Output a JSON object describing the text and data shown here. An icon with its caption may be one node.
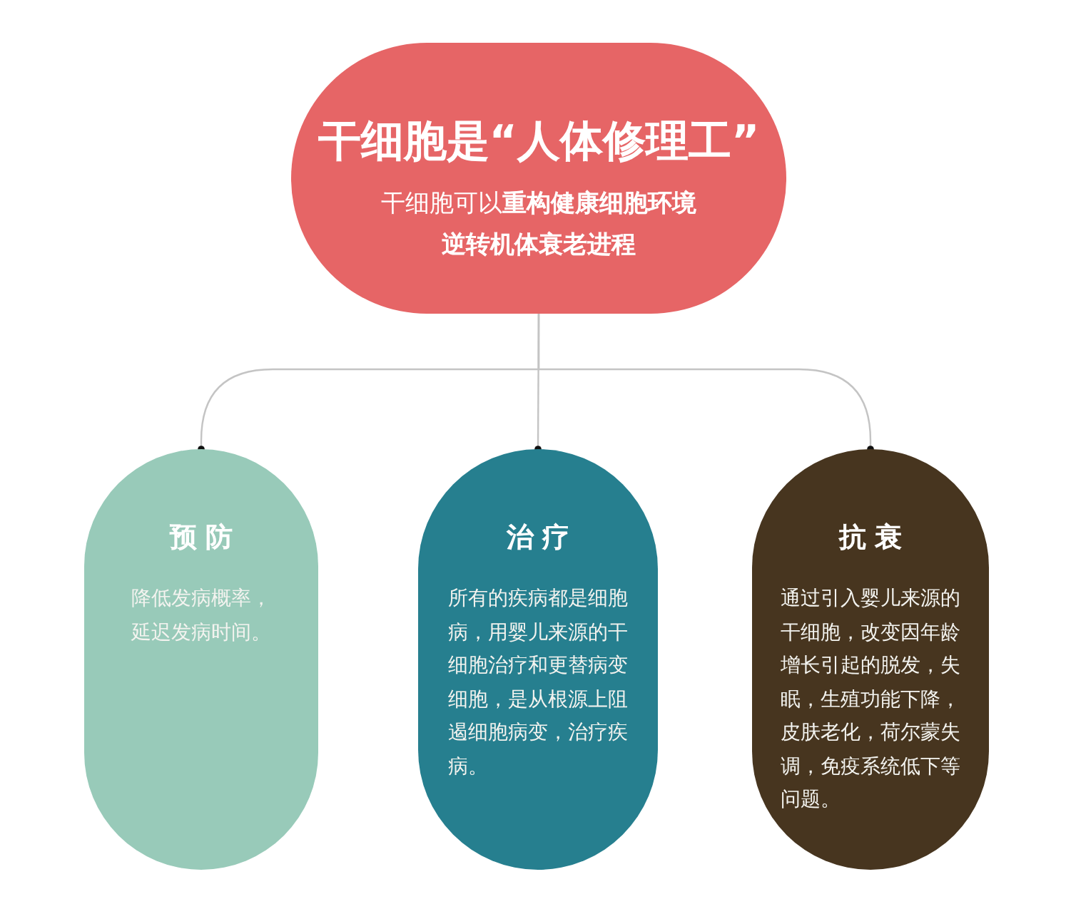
{
  "diagram": {
    "nodes": [
      {
        "text": [
          "干细胞是“人体修理工”",
          "干细胞可以**重构健康细胞环境逆转机体衰老进程**"
        ]
      },
      {
        "text": [
          "预防",
          "降低发病概率，延迟发病时间。"
        ]
      },
      {
        "text": [
          "治疗",
          "所有的疾病都是细胞病，用婴儿来源的干细胞治疗和更替病变细胞，是从根源上阻遏细胞病变，治疗疾病。"
        ]
      },
      {
        "text": [
          "抗衰",
          "通过引入婴儿来源的干细胞，改变因年龄增长引起的脱发，失眠，生殖功能下降，皮肤老化，荷尔蒙失调，免疫系统低下等问题。"
        ]
      }
    ],
    "edges": [
      {
        "from": 0,
        "to": 1,
        "arrow": "other"
      },
      {
        "from": 0,
        "to": 2,
        "arrow": "other"
      },
      {
        "from": 0,
        "to": 3,
        "arrow": "other"
      }
    ]
  }
}
